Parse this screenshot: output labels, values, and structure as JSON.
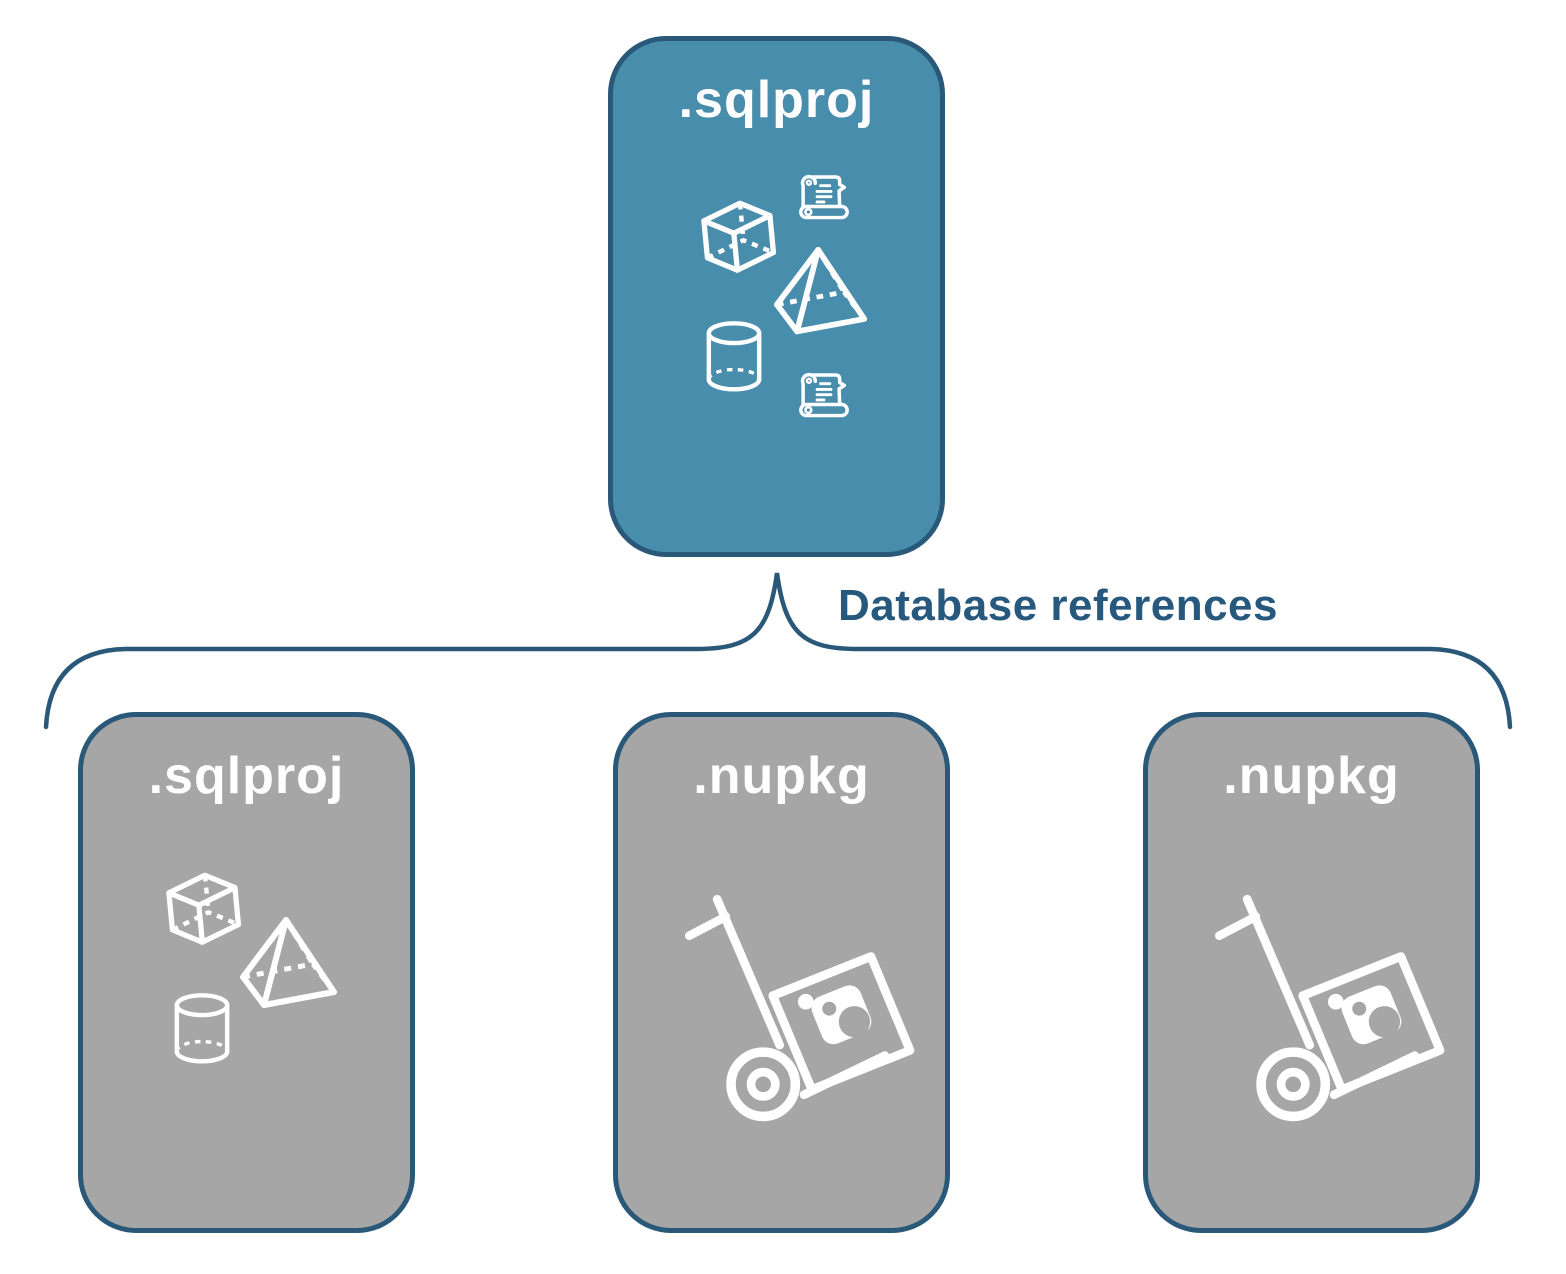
{
  "connector": {
    "label": "Database references"
  },
  "nodes": {
    "root": {
      "label": ".sqlproj",
      "icons": [
        "scroll-icon",
        "cube-icon",
        "pyramid-icon",
        "cylinder-icon",
        "scroll-icon"
      ]
    },
    "children": [
      {
        "label": ".sqlproj",
        "icons": [
          "cube-icon",
          "pyramid-icon",
          "cylinder-icon"
        ]
      },
      {
        "label": ".nupkg",
        "icons": [
          "hand-truck-package-icon"
        ]
      },
      {
        "label": ".nupkg",
        "icons": [
          "hand-truck-package-icon"
        ]
      }
    ]
  },
  "colors": {
    "root_fill_teal": "#488eac",
    "child_fill_gray": "#a6a6a6",
    "outline_blue": "#295878",
    "connector_label_blue": "#27587e",
    "icon_white": "#ffffff"
  }
}
